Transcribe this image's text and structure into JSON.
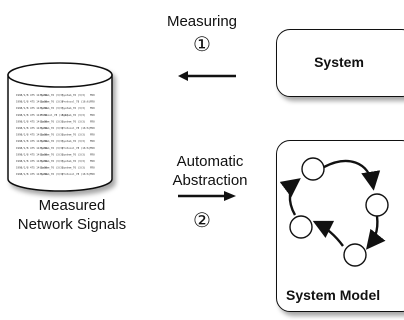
{
  "measuring": {
    "label": "Measuring",
    "step": "①"
  },
  "abstraction": {
    "label_line1": "Automatic",
    "label_line2": "Abstraction",
    "step": "②"
  },
  "database": {
    "label_line1": "Measured",
    "label_line2": "Network Signals",
    "rows": [
      [
        "1998/1/8 475 14:5:56",
        "System_76 (3/3)",
        "System_76 (3/3)",
        "FR0"
      ],
      [
        "1998/1/8 475 14:5:56",
        "System_76 (3/3)",
        "Protocol_78 (16:6)",
        "FR0"
      ],
      [
        "1998/1/8 475 14:5:56",
        "System_76 (3/3)",
        "System_76 (3/3)",
        "FR0"
      ],
      [
        "1998/1/8 475 14:5:56",
        "Protocol_78 (16:6)",
        "System_76 (3/3)",
        "FR0"
      ],
      [
        "1998/1/8 475 14:5:56",
        "System_76 (3/3)",
        "System_76 (3/3)",
        "FR0"
      ],
      [
        "1998/1/8 475 14:5:56",
        "System_76 (3/3)",
        "Protocol_78 (16:6)",
        "FR0"
      ],
      [
        "1998/1/8 475 14:5:56",
        "System_76 (3/3)",
        "System_76 (3/3)",
        "FR0"
      ],
      [
        "1998/1/8 475 14:5:56",
        "System_76 (3/3)",
        "System_76 (3/3)",
        "FR0"
      ],
      [
        "1998/1/8 475 14:5:56",
        "System_76 (3/3)",
        "Protocol_78 (16:6)",
        "FR0"
      ],
      [
        "1998/1/8 475 14:5:56",
        "System_76 (3/3)",
        "System_76 (3/3)",
        "FR0"
      ],
      [
        "1998/1/8 475 14:5:56",
        "System_76 (3/3)",
        "System_76 (3/3)",
        "FR0"
      ],
      [
        "1998/1/8 475 14:5:56",
        "System_76 (3/3)",
        "System_76 (3/3)",
        "FR0"
      ],
      [
        "1998/1/8 475 14:5:56",
        "System_76 (3/3)",
        "Protocol_78 (16:6)",
        "FR0"
      ]
    ]
  },
  "system_box": {
    "title": "System"
  },
  "model_box": {
    "title": "System Model"
  },
  "colors": {
    "stroke": "#111111",
    "fill": "#ffffff",
    "shadow": "rgba(0,0,0,0.35)"
  }
}
